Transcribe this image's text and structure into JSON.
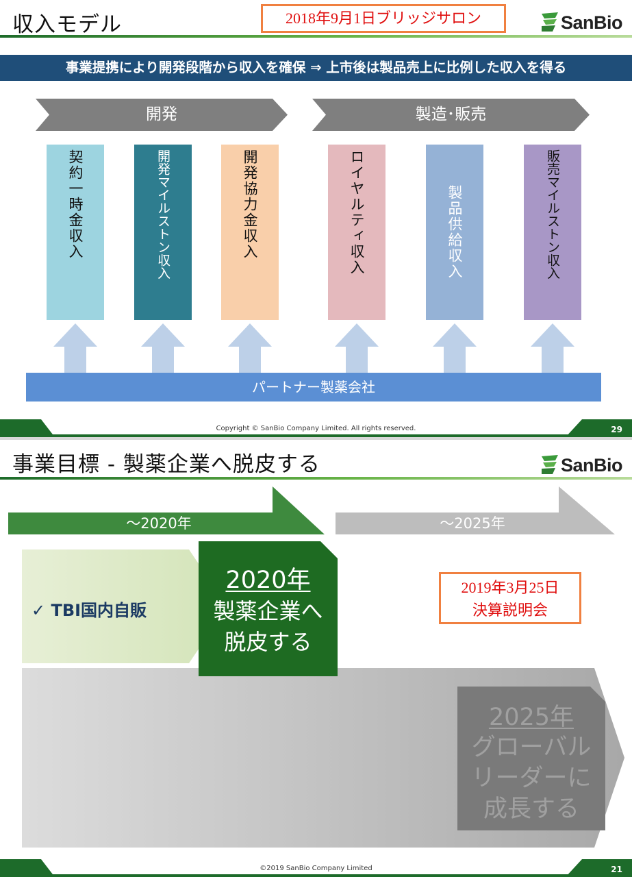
{
  "slide1": {
    "title": "収入モデル",
    "stamp": "2018年9月1日ブリッジサロン",
    "logo_text": "SanBio",
    "banner": "事業提携により開発段階から収入を確保 ⇒ 上市後は製品売上に比例した収入を得る",
    "phases": [
      "開発",
      "製造･販売"
    ],
    "columns": [
      {
        "label": "契約一時金収入",
        "color": "#9dd4e0"
      },
      {
        "label": "開発マイルストン収入",
        "color": "#2e7d8f"
      },
      {
        "label": "開発協力金収入",
        "color": "#f9cfaa"
      },
      {
        "label": "ロイヤルティ収入",
        "color": "#e4b9bd"
      },
      {
        "label": "製品供給収入",
        "color": "#95b2d6"
      },
      {
        "label": "販売マイルストン収入",
        "color": "#a897c6"
      }
    ],
    "partner": "パートナー製薬会社",
    "copyright": "Copyright © SanBio Company Limited.   All rights reserved.",
    "page": "29"
  },
  "slide2": {
    "title": "事業目標 - 製薬企業へ脱皮する",
    "logo_text": "SanBio",
    "phases": [
      "～2020年",
      "～2025年"
    ],
    "check_item": "✓ TBI国内自販",
    "goal2020": {
      "year": "2020年",
      "line1": "製薬企業へ",
      "line2": "脱皮する"
    },
    "goal2025": {
      "year": "2025年",
      "line1": "グローバル",
      "line2": "リーダーに",
      "line3": "成長する"
    },
    "stamp_line1": "2019年3月25日",
    "stamp_line2": "決算説明会",
    "copyright": "©2019 SanBio Company Limited",
    "page": "21"
  }
}
